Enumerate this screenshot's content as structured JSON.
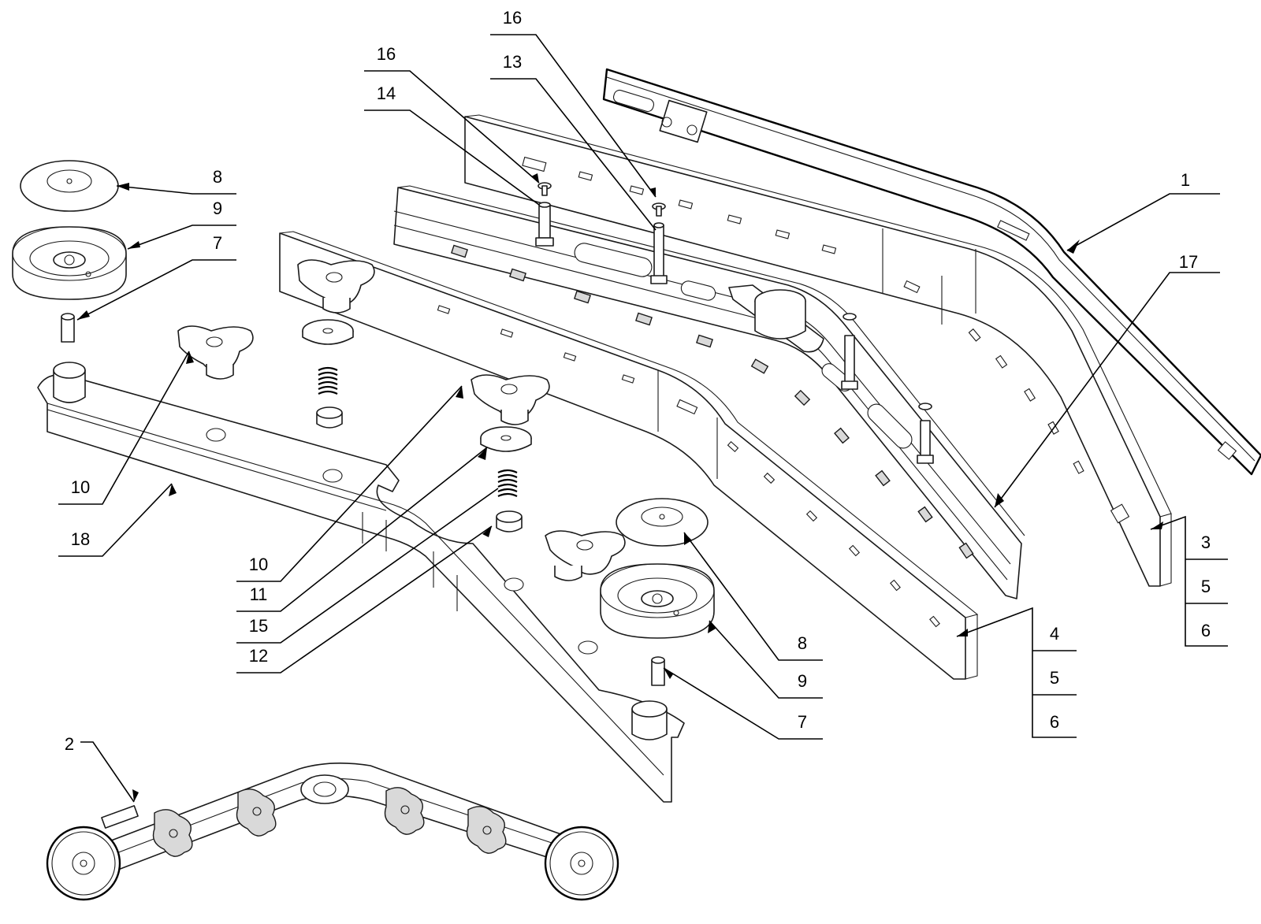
{
  "labels": {
    "part_1": "1",
    "part_2": "2",
    "part_3": "3",
    "part_5a": "5",
    "part_6a": "6",
    "part_4": "4",
    "part_5b": "5",
    "part_6b": "6",
    "part_7_top": "7",
    "part_8_top": "8",
    "part_9_top": "9",
    "part_7_bottom": "7",
    "part_8_bottom": "8",
    "part_9_bottom": "9",
    "part_10_left": "10",
    "part_10_center": "10",
    "part_11": "11",
    "part_12": "12",
    "part_13": "13",
    "part_14": "14",
    "part_15": "15",
    "part_16_left": "16",
    "part_16_right": "16",
    "part_17": "17",
    "part_18": "18"
  },
  "colors": {
    "line": "#1a1a1a",
    "background": "#ffffff",
    "shade": "#d9d9d9"
  }
}
